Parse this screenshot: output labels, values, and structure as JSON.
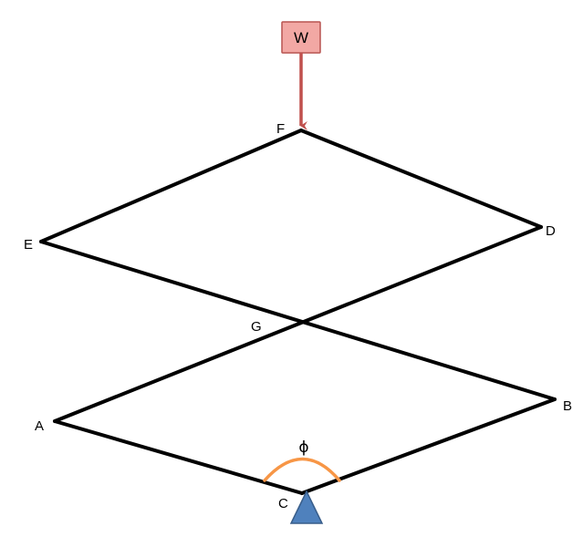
{
  "load": {
    "label": "W",
    "box_fill": "#f2a8a4",
    "box_stroke": "#b85450",
    "arrow_color": "#c0504d"
  },
  "angle": {
    "symbol": "ϕ",
    "arc_color": "#f79646"
  },
  "support": {
    "fill": "#4f81bd",
    "stroke": "#385d8a"
  },
  "nodes": {
    "A": "A",
    "B": "B",
    "C": "C",
    "D": "D",
    "E": "E",
    "F": "F",
    "G": "G"
  }
}
